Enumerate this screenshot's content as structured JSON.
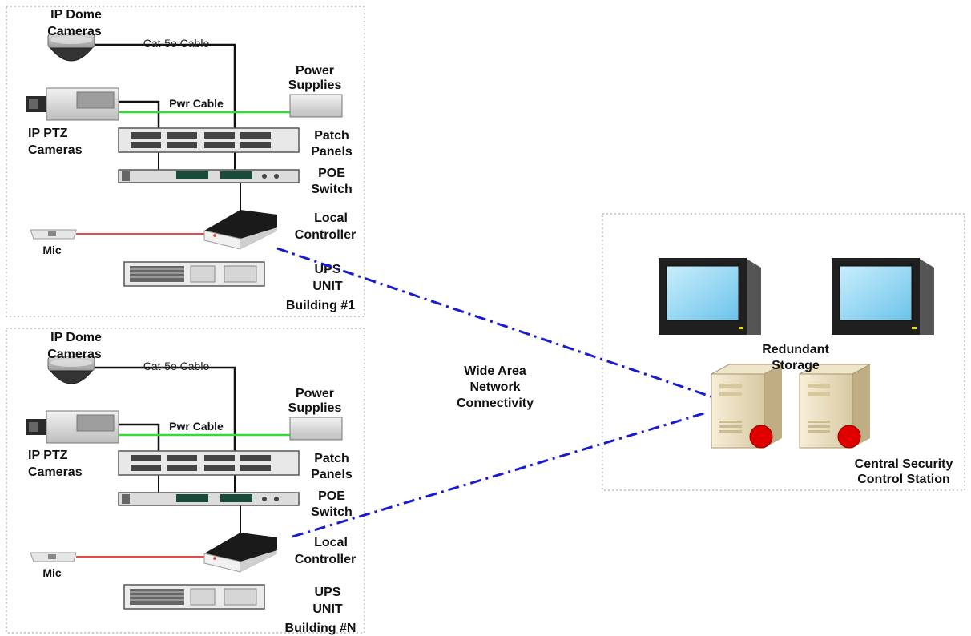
{
  "buildings": [
    {
      "name": "Building #1",
      "ip_dome_cameras": [
        "IP Dome",
        "Cameras"
      ],
      "cat5e_cable": "Cat-5e Cable",
      "power_supplies": [
        "Power",
        "Supplies"
      ],
      "pwr_cable": "Pwr Cable",
      "ip_ptz_cameras": [
        "IP PTZ",
        "Cameras"
      ],
      "patch_panels": [
        "Patch",
        "Panels"
      ],
      "poe_switch": [
        "POE",
        "Switch"
      ],
      "local_controller": [
        "Local",
        "Controller"
      ],
      "mic": "Mic",
      "ups_unit": [
        "UPS",
        "UNIT"
      ]
    },
    {
      "name": "Building #N",
      "ip_dome_cameras": [
        "IP Dome",
        "Cameras"
      ],
      "cat5e_cable": "Cat-5e Cable",
      "power_supplies": [
        "Power",
        "Supplies"
      ],
      "pwr_cable": "Pwr Cable",
      "ip_ptz_cameras": [
        "IP PTZ",
        "Cameras"
      ],
      "patch_panels": [
        "Patch",
        "Panels"
      ],
      "poe_switch": [
        "POE",
        "Switch"
      ],
      "local_controller": [
        "Local",
        "Controller"
      ],
      "mic": "Mic",
      "ups_unit": [
        "UPS",
        "UNIT"
      ]
    }
  ],
  "wan_label": [
    "Wide Area",
    "Network",
    "Connectivity"
  ],
  "central": {
    "redundant_storage": [
      "Redundant",
      "Storage"
    ],
    "station": [
      "Central Security",
      "Control Station"
    ]
  },
  "colors": {
    "cable_black": "#111111",
    "power_green": "#33dd33",
    "mic_red": "#e03030",
    "wan_blue": "#1a1ad0",
    "box_border": "#888888",
    "monitor_screen": "#8fd3f0",
    "server_body": "#efe3c6",
    "server_button": "#e00000"
  }
}
